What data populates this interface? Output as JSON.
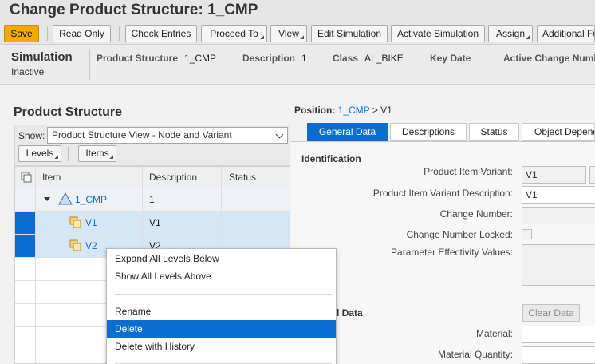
{
  "page": {
    "title": "Change Product Structure: 1_CMP"
  },
  "toolbar": {
    "save": "Save",
    "read_only": "Read Only",
    "check_entries": "Check Entries",
    "proceed_to": "Proceed To",
    "view": "View",
    "edit_simulation": "Edit Simulation",
    "activate_simulation": "Activate Simulation",
    "assign": "Assign",
    "additional": "Additional Fu"
  },
  "header": {
    "simulation_title": "Simulation",
    "simulation_state": "Inactive",
    "fields": [
      {
        "label": "Product Structure",
        "value": "1_CMP"
      },
      {
        "label": "Description",
        "value": "1"
      },
      {
        "label": "Class",
        "value": "AL_BIKE"
      },
      {
        "label": "Key Date",
        "value": ""
      },
      {
        "label": "Active Change Numb",
        "value": ""
      }
    ]
  },
  "left": {
    "title": "Product Structure",
    "show_label": "Show:",
    "show_value": "Product Structure View - Node and Variant",
    "levels_button": "Levels",
    "items_button": "Items",
    "columns": {
      "item": "Item",
      "description": "Description",
      "status": "Status"
    },
    "rows": [
      {
        "item": "1_CMP",
        "description": "1",
        "status": ""
      },
      {
        "item": "V1",
        "description": "V1",
        "status": ""
      },
      {
        "item": "V2",
        "description": "V2",
        "status": ""
      }
    ]
  },
  "context_menu": {
    "items": [
      "Expand All Levels Below",
      "Show All Levels Above",
      "Rename",
      "Delete",
      "Delete with History"
    ],
    "active": "Delete"
  },
  "right": {
    "position_label": "Position:",
    "position_link": "1_CMP",
    "position_sep": ">",
    "position_current": "V1",
    "tabs": [
      "General Data",
      "Descriptions",
      "Status",
      "Object Depende"
    ],
    "active_tab": "General Data",
    "section_identification": "Identification",
    "fields": {
      "variant_label": "Product Item Variant:",
      "variant_value": "V1",
      "variant_desc_label": "Product Item Variant Description:",
      "variant_desc_value": "V1",
      "change_number_label": "Change Number:",
      "change_number_locked_label": "Change Number Locked:",
      "param_eff_label": "Parameter Effectivity Values:",
      "clear_data": "Clear Data",
      "section2": "l Data",
      "material_label": "Material:",
      "material_qty_label": "Material Quantity:"
    }
  },
  "colors": {
    "accent": "#0a6ed1",
    "save": "#f0ab00"
  }
}
